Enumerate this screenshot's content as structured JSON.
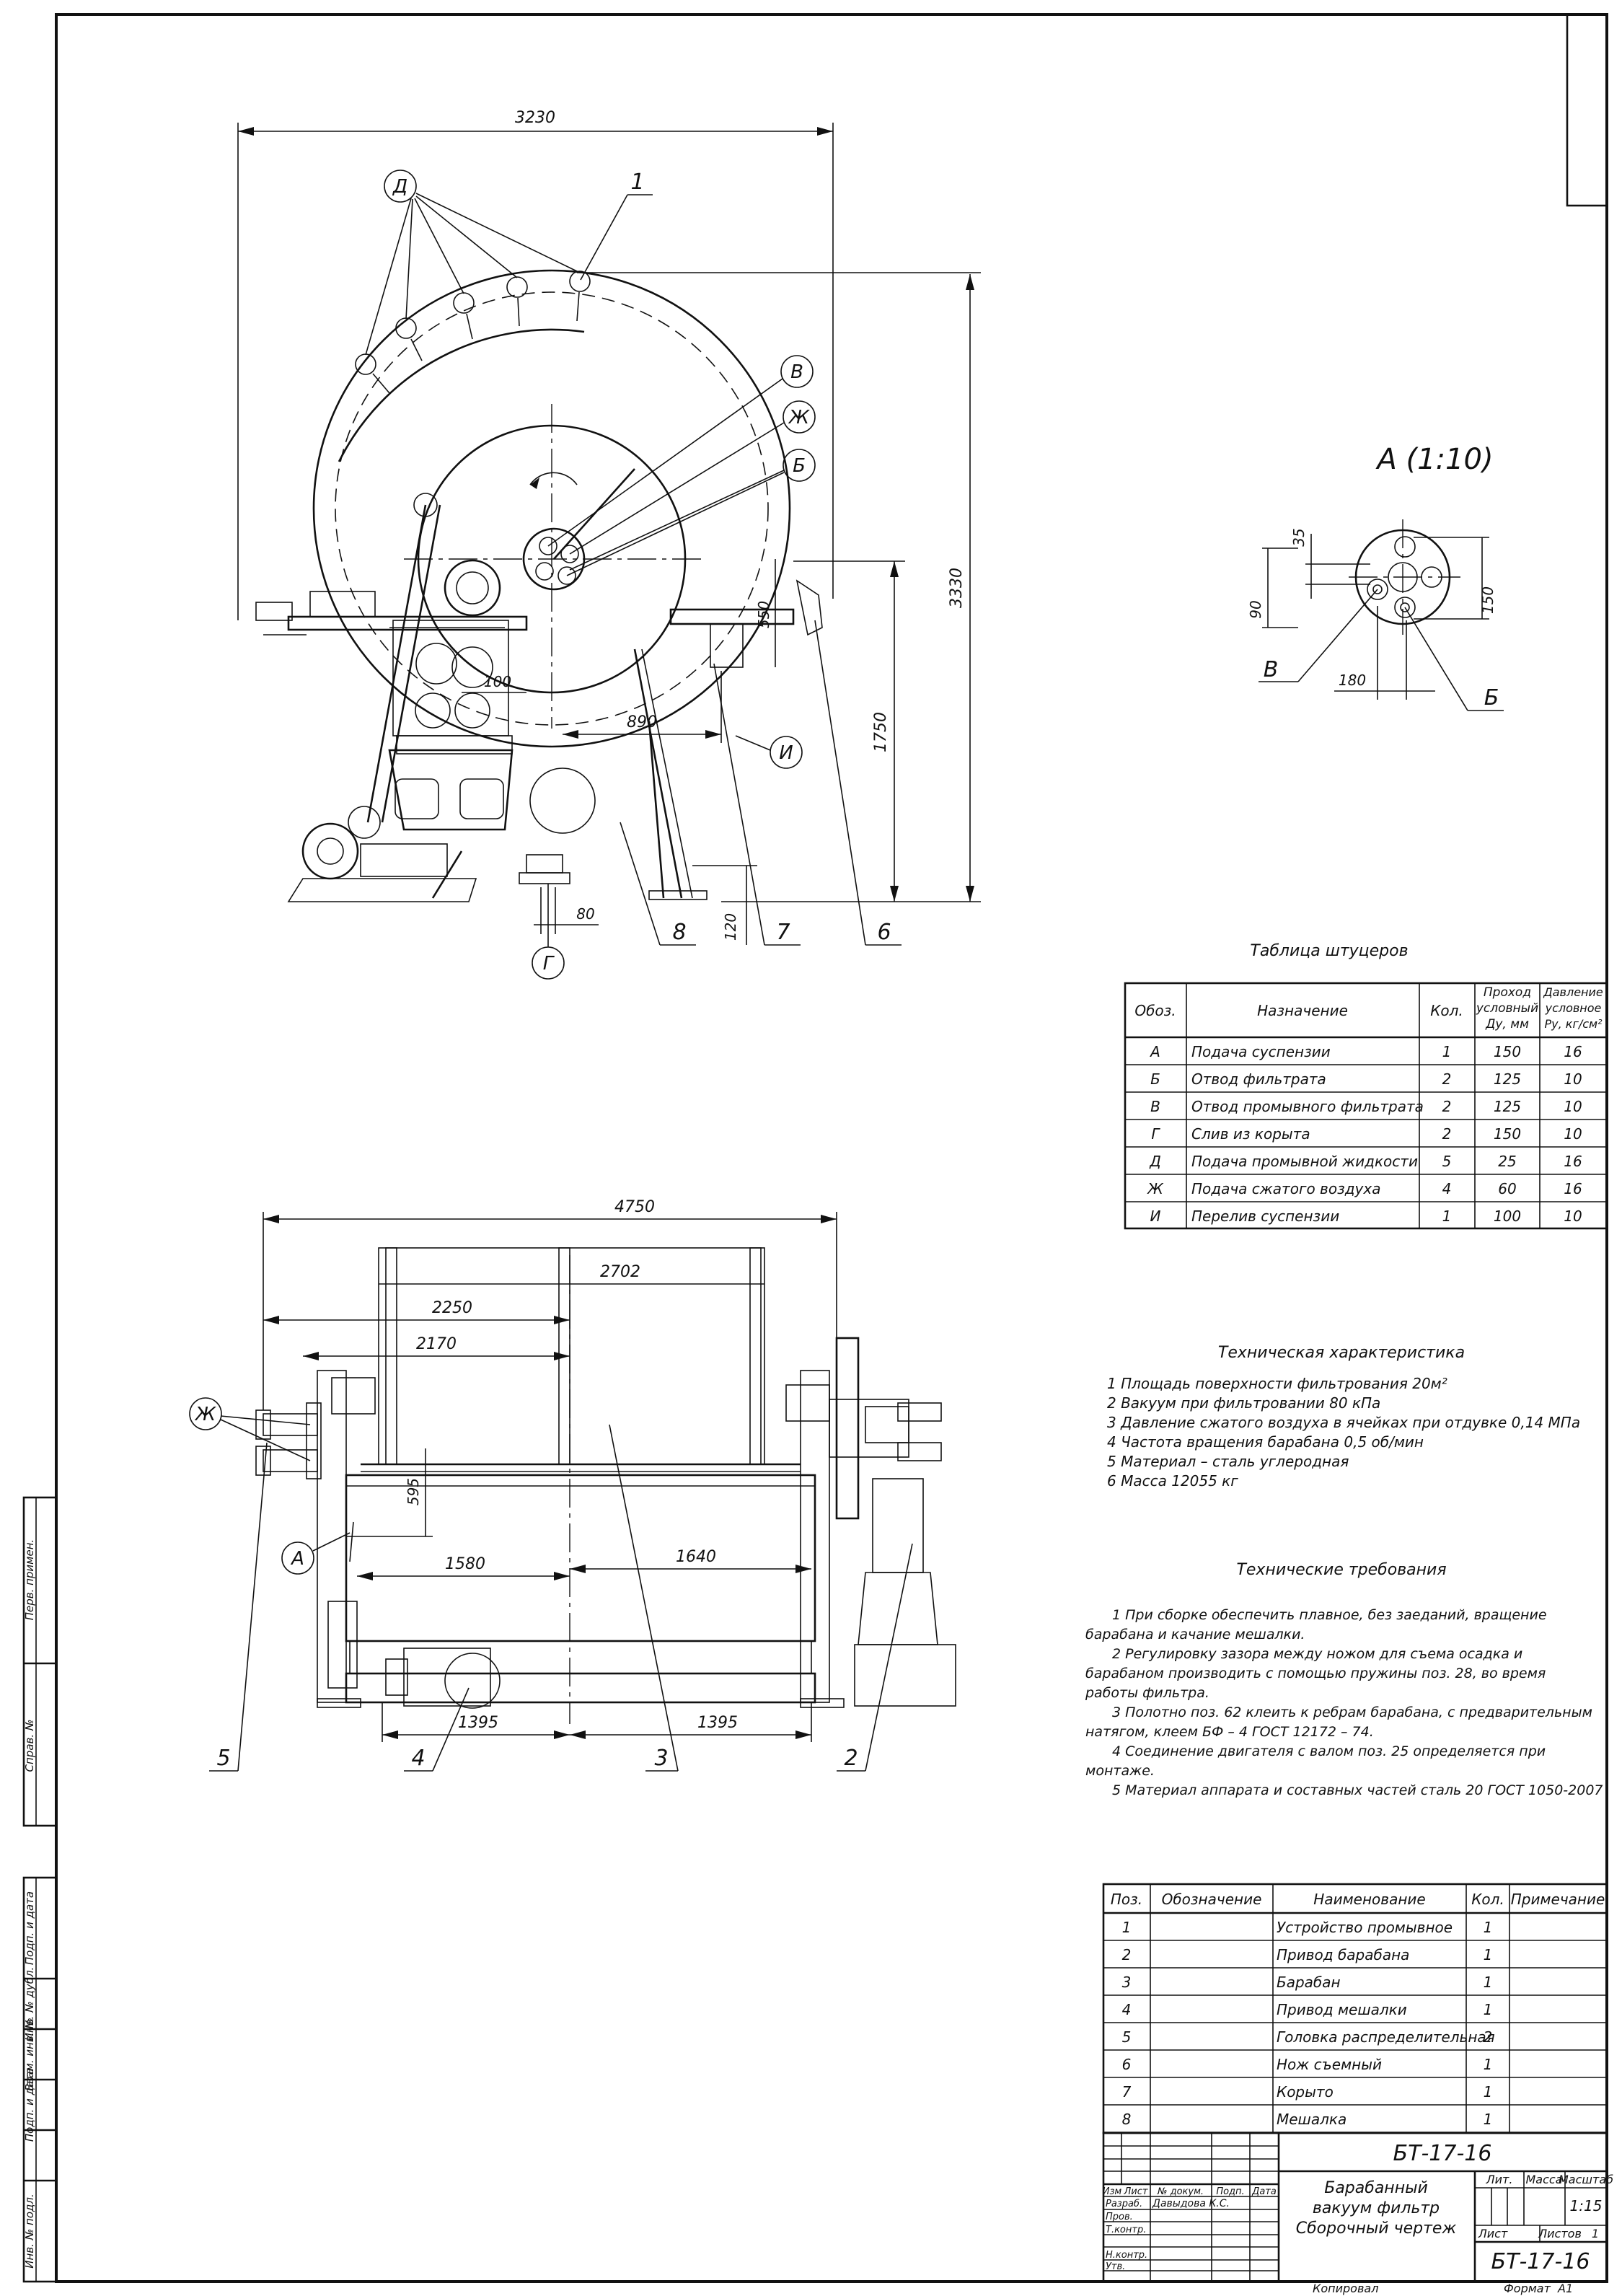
{
  "drawing": {
    "dims_front": [
      "3230",
      "3330",
      "1750",
      "550",
      "890",
      "100",
      "80",
      "120"
    ],
    "dims_side": [
      "4750",
      "2702",
      "2250",
      "2170",
      "595",
      "1580",
      "1640",
      "1395",
      "1395"
    ],
    "callouts_front": [
      "1",
      "6",
      "7",
      "8",
      "Д",
      "В",
      "Ж",
      "Б",
      "И",
      "Г"
    ],
    "callouts_side": [
      "Ж",
      "А",
      "5",
      "4",
      "3",
      "2"
    ],
    "detail": {
      "title": "А (1:10)",
      "dims": [
        "35",
        "90",
        "150",
        "180"
      ],
      "callouts": [
        "В",
        "Б"
      ]
    }
  },
  "nozzle_table": {
    "title": "Таблица штуцеров",
    "headers": [
      "Обоз.",
      "Назначение",
      "Кол.",
      "Проход условный Ду, мм",
      "Давление условное Ру, кг/см²"
    ],
    "rows": [
      [
        "А",
        "Подача суспензии",
        "1",
        "150",
        "16"
      ],
      [
        "Б",
        "Отвод фильтрата",
        "2",
        "125",
        "10"
      ],
      [
        "В",
        "Отвод промывного фильтрата",
        "2",
        "125",
        "10"
      ],
      [
        "Г",
        "Слив из корыта",
        "2",
        "150",
        "10"
      ],
      [
        "Д",
        "Подача промывной жидкости",
        "5",
        "25",
        "16"
      ],
      [
        "Ж",
        "Подача сжатого воздуха",
        "4",
        "60",
        "16"
      ],
      [
        "И",
        "Перелив суспензии",
        "1",
        "100",
        "10"
      ]
    ]
  },
  "tech_char": {
    "title": "Техническая характеристика",
    "lines": [
      "1 Площадь поверхности фильтрования 20м²",
      "2 Вакуум при фильтровании 80 кПа",
      "3 Давление сжатого воздуха в ячейках при отдувке 0,14 МПа",
      "4 Частота вращения барабана 0,5 об/мин",
      "5 Материал – сталь углеродная",
      "6 Масса 12055 кг"
    ]
  },
  "tech_req": {
    "title": "Технические требования",
    "lines": [
      "1 При сборке обеспечить плавное, без заеданий, вращение",
      "барабана и качание мешалки.",
      "2 Регулировку зазора между ножом для съема осадка и",
      "барабаном производить с помощью пружины поз. 28, во время",
      "работы фильтра.",
      "3 Полотно поз. 62 клеить к ребрам барабана, с предварительным",
      "натягом, клеем БФ – 4 ГОСТ 12172 – 74.",
      "4 Соединение двигателя с валом поз. 25 определяется при",
      "монтаже.",
      "5 Материал аппарата и составных частей сталь 20 ГОСТ 1050-2007"
    ]
  },
  "parts_list": {
    "headers": [
      "Поз.",
      "Обозначение",
      "Наименование",
      "Кол.",
      "Примечание"
    ],
    "rows": [
      [
        "1",
        "",
        "Устройство промывное",
        "1",
        ""
      ],
      [
        "2",
        "",
        "Привод барабана",
        "1",
        ""
      ],
      [
        "3",
        "",
        "Барабан",
        "1",
        ""
      ],
      [
        "4",
        "",
        "Привод мешалки",
        "1",
        ""
      ],
      [
        "5",
        "",
        "Головка распределительная",
        "2",
        ""
      ],
      [
        "6",
        "",
        "Нож съемный",
        "1",
        ""
      ],
      [
        "7",
        "",
        "Корыто",
        "1",
        ""
      ],
      [
        "8",
        "",
        "Мешалка",
        "1",
        ""
      ]
    ]
  },
  "title_block": {
    "name_lines": [
      "Барабанный",
      "вакуум фильтр",
      "Сборочный чертеж"
    ],
    "code": "БТ-17-16",
    "labels": [
      "Изм",
      "Лист",
      "№ докум.",
      "Подп.",
      "Дата",
      "Разраб.",
      "Пров.",
      "Т.контр.",
      "Н.контр.",
      "Утв."
    ],
    "developer": "Давыдова К.С.",
    "col_heads": [
      "Лит.",
      "Масса",
      "Масштаб"
    ],
    "scale": "1:15",
    "sheet_label": "Лист",
    "sheets_label": "Листов",
    "sheets_value": "1",
    "copied": "Копировал",
    "format_label": "Формат",
    "format_value": "A1"
  },
  "side_stamp": [
    "Перв. примен.",
    "Справ. №",
    "Подп. и дата",
    "Инв. № дубл.",
    "Взам. инв. №",
    "Подп. и дата",
    "Инв. № подл."
  ]
}
